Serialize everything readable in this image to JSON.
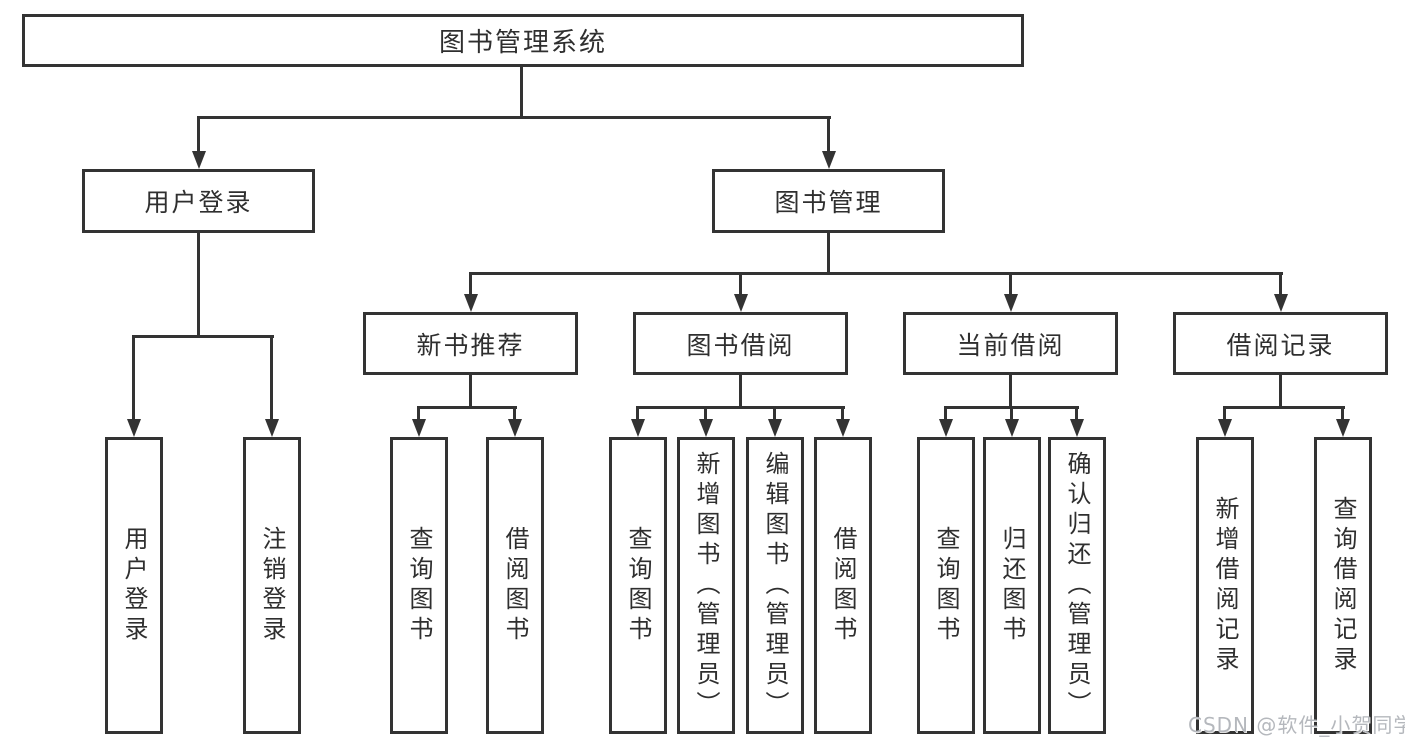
{
  "diagram": {
    "root": {
      "label": "图书管理系统"
    },
    "level1": [
      {
        "label": "用户登录",
        "children": [
          {
            "label": "用户登录"
          },
          {
            "label": "注销登录"
          }
        ]
      },
      {
        "label": "图书管理",
        "children": [
          {
            "label": "新书推荐",
            "children": [
              {
                "label": "查询图书"
              },
              {
                "label": "借阅图书"
              }
            ]
          },
          {
            "label": "图书借阅",
            "children": [
              {
                "label": "查询图书"
              },
              {
                "label": "新增图书（管理员）"
              },
              {
                "label": "编辑图书（管理员）"
              },
              {
                "label": "借阅图书"
              }
            ]
          },
          {
            "label": "当前借阅",
            "children": [
              {
                "label": "查询图书"
              },
              {
                "label": "归还图书"
              },
              {
                "label": "确认归还（管理员）"
              }
            ]
          },
          {
            "label": "借阅记录",
            "children": [
              {
                "label": "新增借阅记录"
              },
              {
                "label": "查询借阅记录"
              }
            ]
          }
        ]
      }
    ]
  },
  "watermark": {
    "text": "CSDN @软件_小贺同学"
  },
  "colors": {
    "line": "#333333",
    "text": "#2f2f2f",
    "box_fill": "#ffffff",
    "background": "#ffffff",
    "watermark": "#b5b8bd"
  }
}
